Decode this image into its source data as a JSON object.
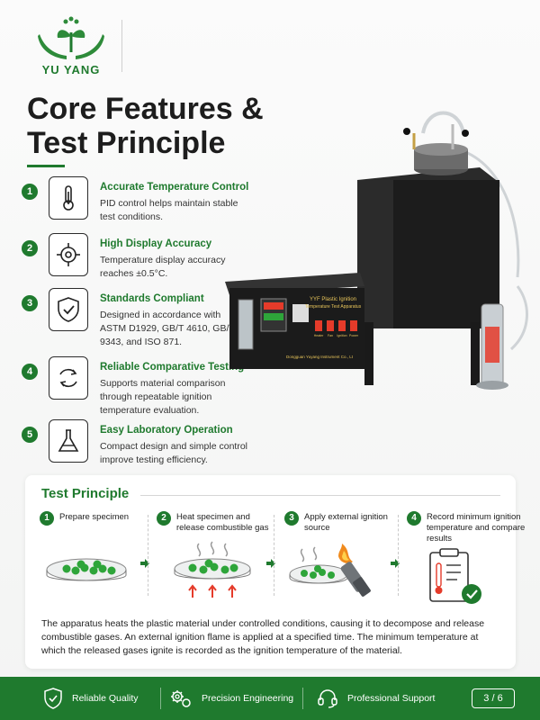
{
  "brand": {
    "name": "YU YANG"
  },
  "page": {
    "title": "Core Features & Test Principle",
    "page_number": "3 / 6"
  },
  "features": [
    {
      "num": "1",
      "title": "Accurate Temperature Control",
      "desc": "PID control helps maintain stable test conditions.",
      "icon": "thermometer-icon"
    },
    {
      "num": "2",
      "title": "High Display Accuracy",
      "desc": "Temperature display accuracy reaches ±0.5°C.",
      "icon": "target-icon"
    },
    {
      "num": "3",
      "title": "Standards Compliant",
      "desc": "Designed in accordance with ASTM D1929, GB/T 4610, GB/T 9343, and ISO 871.",
      "icon": "shield-check-icon"
    },
    {
      "num": "4",
      "title": "Reliable Comparative Testing",
      "desc": "Supports material comparison through repeatable ignition temperature evaluation.",
      "icon": "cycle-icon"
    },
    {
      "num": "5",
      "title": "Easy Laboratory Operation",
      "desc": "Compact design and simple control improve testing efficiency.",
      "icon": "flask-icon"
    }
  ],
  "apparatus": {
    "label_line1": "YYF Plastic Ignition",
    "label_line2": "Temperature Test Apparatus",
    "maker": "Dongguan Yuyang Instrument Co., Lt",
    "switch_labels": [
      "Heater",
      "Fan",
      "Ignition",
      "Power"
    ]
  },
  "principle": {
    "title": "Test Principle",
    "steps": [
      {
        "num": "1",
        "text": "Prepare specimen"
      },
      {
        "num": "2",
        "text": "Heat specimen and release combustible gas"
      },
      {
        "num": "3",
        "text": "Apply external ignition source"
      },
      {
        "num": "4",
        "text": "Record minimum ignition temperature and compare results"
      }
    ],
    "description": "The apparatus heats the plastic material under controlled conditions, causing it to decompose and release combustible gases. An external ignition flame is applied at a specified time. The minimum temperature at which the released gases ignite is recorded as the ignition temperature of the material."
  },
  "footer": {
    "items": [
      {
        "label": "Reliable Quality",
        "icon": "shield-check-icon"
      },
      {
        "label": "Precision Engineering",
        "icon": "gears-icon"
      },
      {
        "label": "Professional Support",
        "icon": "headset-icon"
      }
    ]
  },
  "colors": {
    "brand_green": "#1f7a2e",
    "accent_red": "#e53b2a",
    "specimen_green": "#2ea53a"
  }
}
